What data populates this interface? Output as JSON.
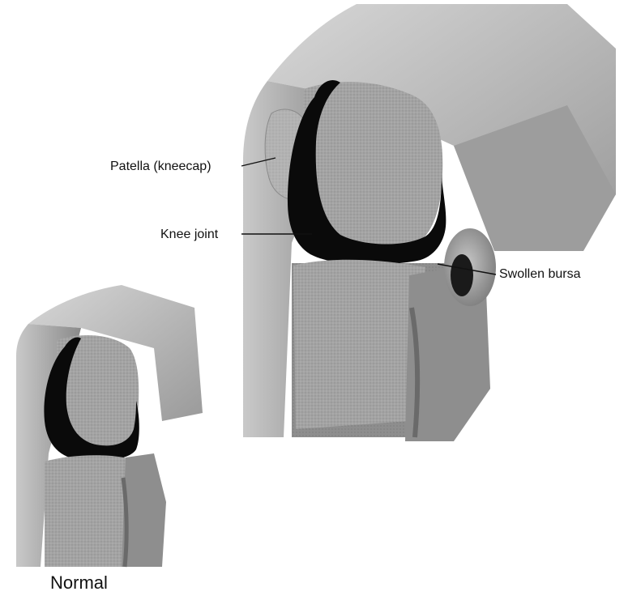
{
  "labels": {
    "patella": "Patella (kneecap)",
    "knee_joint": "Knee joint",
    "swollen_bursa": "Swollen bursa",
    "normal": "Normal"
  }
}
